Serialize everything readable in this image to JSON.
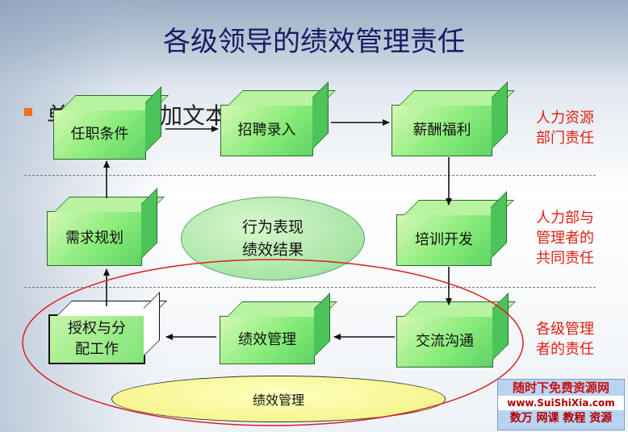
{
  "title": "各级领导的绩效管理责任",
  "placeholder_text": "单击此处添加文本",
  "boxes": {
    "qualification": "任职条件",
    "recruit": "招聘录入",
    "salary": "薪酬福利",
    "planning": "需求规划",
    "training": "培训开发",
    "authorize_l1": "授权与分",
    "authorize_l2": "配工作",
    "perf_mgmt": "绩效管理",
    "communicate": "交流沟通"
  },
  "center_ellipse": {
    "line1": "行为表现",
    "line2": "绩效结果"
  },
  "bottom_ellipse": "绩效管理",
  "side_labels": {
    "hr_l1": "人力资源",
    "hr_l2": "部门责任",
    "shared_l1": "人力部与",
    "shared_l2": "管理者的",
    "shared_l3": "共同责任",
    "leaders_l1": "各级管理",
    "leaders_l2": "者的责任"
  },
  "watermark": {
    "line1": "随时下免费资源网",
    "line2": "www.SuiShiXia.com",
    "line3": "数万 网课 教程 资源"
  },
  "colors": {
    "title": "#1a1a66",
    "side_label": "#e02010",
    "cube_face": "#8aec7a",
    "bullet": "#f07020",
    "responsibility_ring": "#d82020"
  }
}
